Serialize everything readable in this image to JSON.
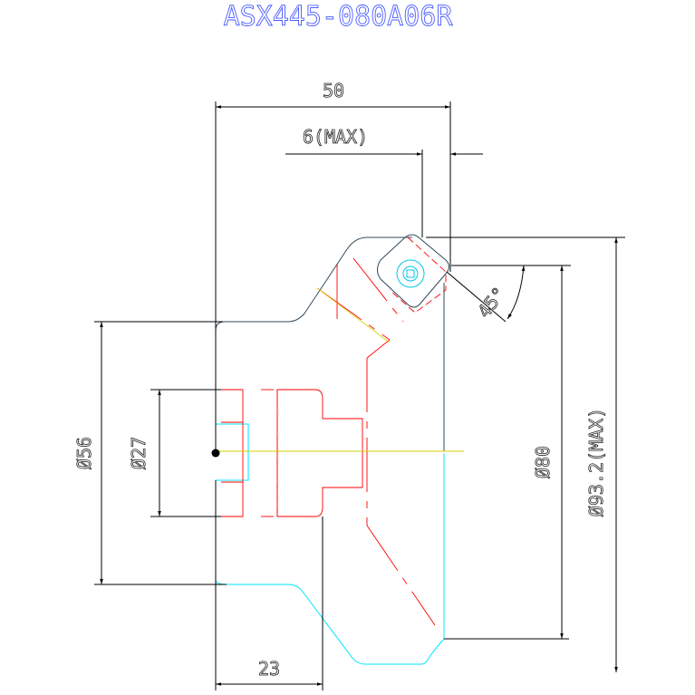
{
  "title": "ASX445-080A06R",
  "dimensions": {
    "width_total": "50",
    "insert_depth": "6(MAX)",
    "angle": "45°",
    "dia_56": "Ø56",
    "dia_27": "Ø27",
    "dia_80": "Ø80",
    "dia_93": "Ø93.2(MAX)",
    "bore_depth": "23"
  },
  "colors": {
    "title": "#4a5cff",
    "outline": "#2f4a5a",
    "hidden": "#ff0000",
    "cyan_edge": "#00e5ff",
    "center": "#d8d000"
  }
}
